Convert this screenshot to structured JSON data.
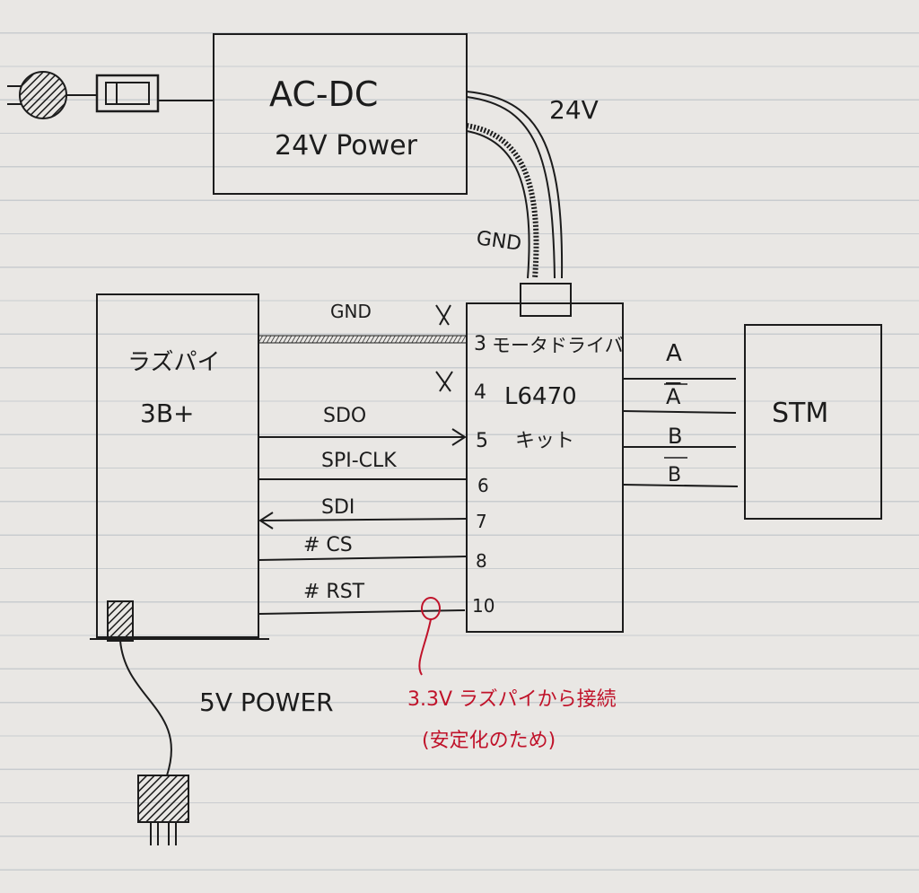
{
  "power_supply": {
    "line1": "AC-DC",
    "line2": "24V Power"
  },
  "wire_24v": "24V",
  "wire_gnd_top": "GND",
  "raspi": {
    "line1": "ラズパイ",
    "line2": "3B+"
  },
  "signals": {
    "gnd": "GND",
    "sdo": "SDO",
    "spi_clk": "SPI-CLK",
    "sdi": "SDI",
    "cs": "# CS",
    "rst": "# RST"
  },
  "pins": [
    "3",
    "4",
    "5",
    "6",
    "7",
    "8",
    "10"
  ],
  "driver": {
    "line1": "モータドライバ",
    "line2": "L6470",
    "line3": "キット"
  },
  "outputs": [
    "A",
    "A",
    "B",
    "B"
  ],
  "motor": "STM",
  "power_5v": "5V POWER",
  "note": {
    "line1": "3.3V ラズパイから接続",
    "line2": "(安定化のため)"
  },
  "colors": {
    "ink": "#1c1c1c",
    "note_red": "#c0132a"
  }
}
